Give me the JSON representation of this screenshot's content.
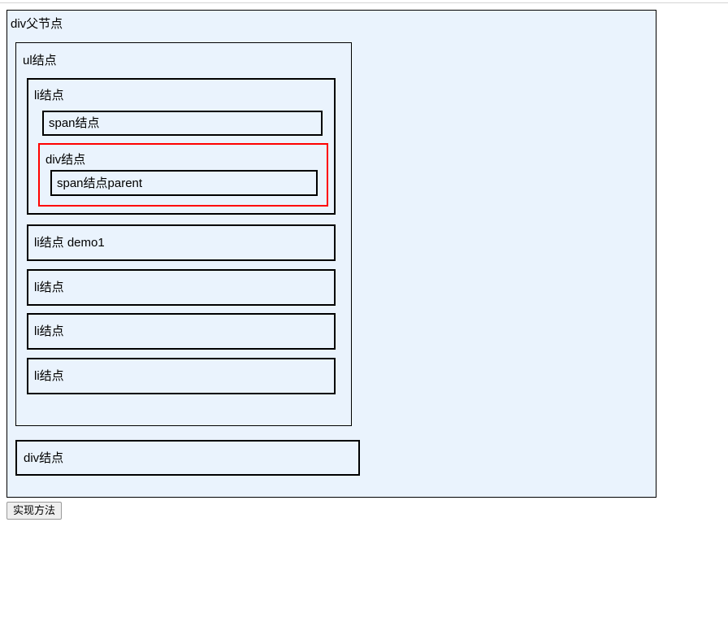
{
  "page": {
    "background_color": "#ffffff",
    "panel_background_color": "#eaf3fd",
    "border_color": "#000000",
    "highlight_color": "#ff0000"
  },
  "parent_div": {
    "label": "div父节点",
    "ul_node": {
      "label": "ul结点",
      "items": [
        {
          "label": "li结点",
          "span": {
            "label": "span结点"
          },
          "div": {
            "label": "div结点",
            "highlighted": true,
            "span": {
              "label": "span结点parent"
            }
          }
        },
        {
          "label": "li结点 demo1"
        },
        {
          "label": "li结点"
        },
        {
          "label": "li结点"
        },
        {
          "label": "li结点"
        }
      ]
    },
    "sibling_div": {
      "label": "div结点"
    }
  },
  "button": {
    "label": "实现方法"
  }
}
